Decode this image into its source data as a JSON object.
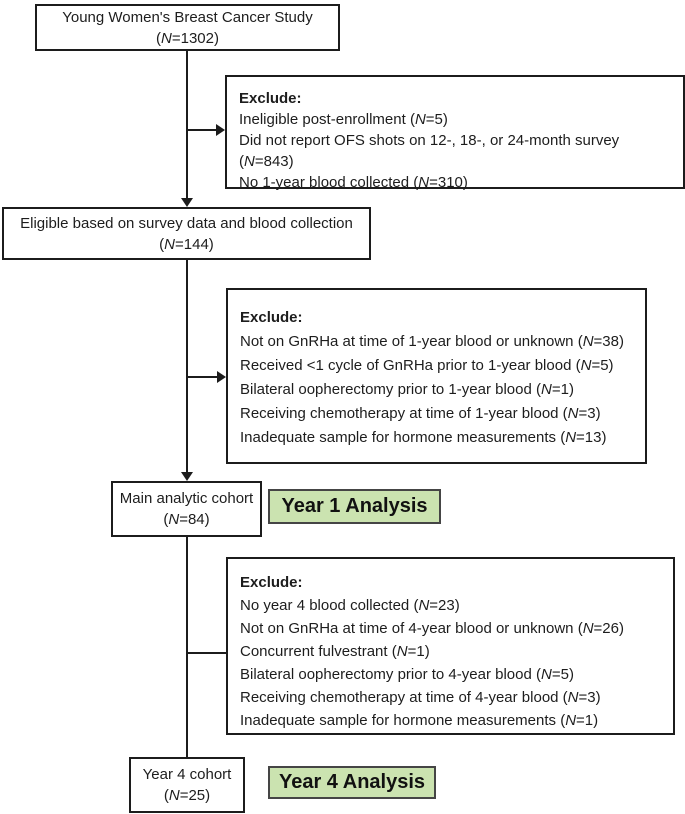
{
  "meta": {
    "n_symbol": "N"
  },
  "colors": {
    "box_border": "#1c1c1c",
    "line": "#1c1c1c",
    "text": "#1d1d1d",
    "analysis_fill": "#cbe3b0",
    "analysis_border": "#454545",
    "background": "#ffffff"
  },
  "boxes": {
    "study": {
      "title": "Young Women's Breast Cancer Study",
      "n": "1302"
    },
    "eligible": {
      "title": "Eligible based on survey data and blood collection",
      "n": "144"
    },
    "main_cohort": {
      "title": "Main analytic cohort",
      "n": "84"
    },
    "year4_cohort": {
      "title": "Year 4 cohort",
      "n": "25"
    }
  },
  "analysis_labels": {
    "year1": "Year 1 Analysis",
    "year4": "Year 4 Analysis"
  },
  "exclusions": [
    {
      "heading": "Exclude:",
      "items": [
        {
          "text": "Ineligible post-enrollment",
          "n": "5"
        },
        {
          "text": "Did not report OFS shots on 12-, 18-, or 24-month survey",
          "n": "843"
        },
        {
          "text": "No 1-year blood collected",
          "n": "310"
        }
      ]
    },
    {
      "heading": "Exclude:",
      "items": [
        {
          "text": "Not on GnRHa at time of 1-year blood or unknown",
          "n": "38"
        },
        {
          "text": "Received <1 cycle of GnRHa prior to 1-year blood",
          "n": "5"
        },
        {
          "text": "Bilateral oopherectomy prior to 1-year blood",
          "n": "1"
        },
        {
          "text": "Receiving chemotherapy at time of 1-year blood",
          "n": "3"
        },
        {
          "text": "Inadequate sample for hormone measurements",
          "n": "13"
        }
      ]
    },
    {
      "heading": "Exclude:",
      "items": [
        {
          "text": "No year 4 blood collected",
          "n": "23"
        },
        {
          "text": "Not on GnRHa at time of 4-year blood or unknown",
          "n": "26"
        },
        {
          "text": "Concurrent fulvestrant",
          "n": "1"
        },
        {
          "text": "Bilateral oopherectomy prior to 4-year blood",
          "n": "5"
        },
        {
          "text": "Receiving chemotherapy at time of 4-year blood",
          "n": "3"
        },
        {
          "text": "Inadequate sample for hormone measurements",
          "n": "1"
        }
      ]
    }
  ]
}
